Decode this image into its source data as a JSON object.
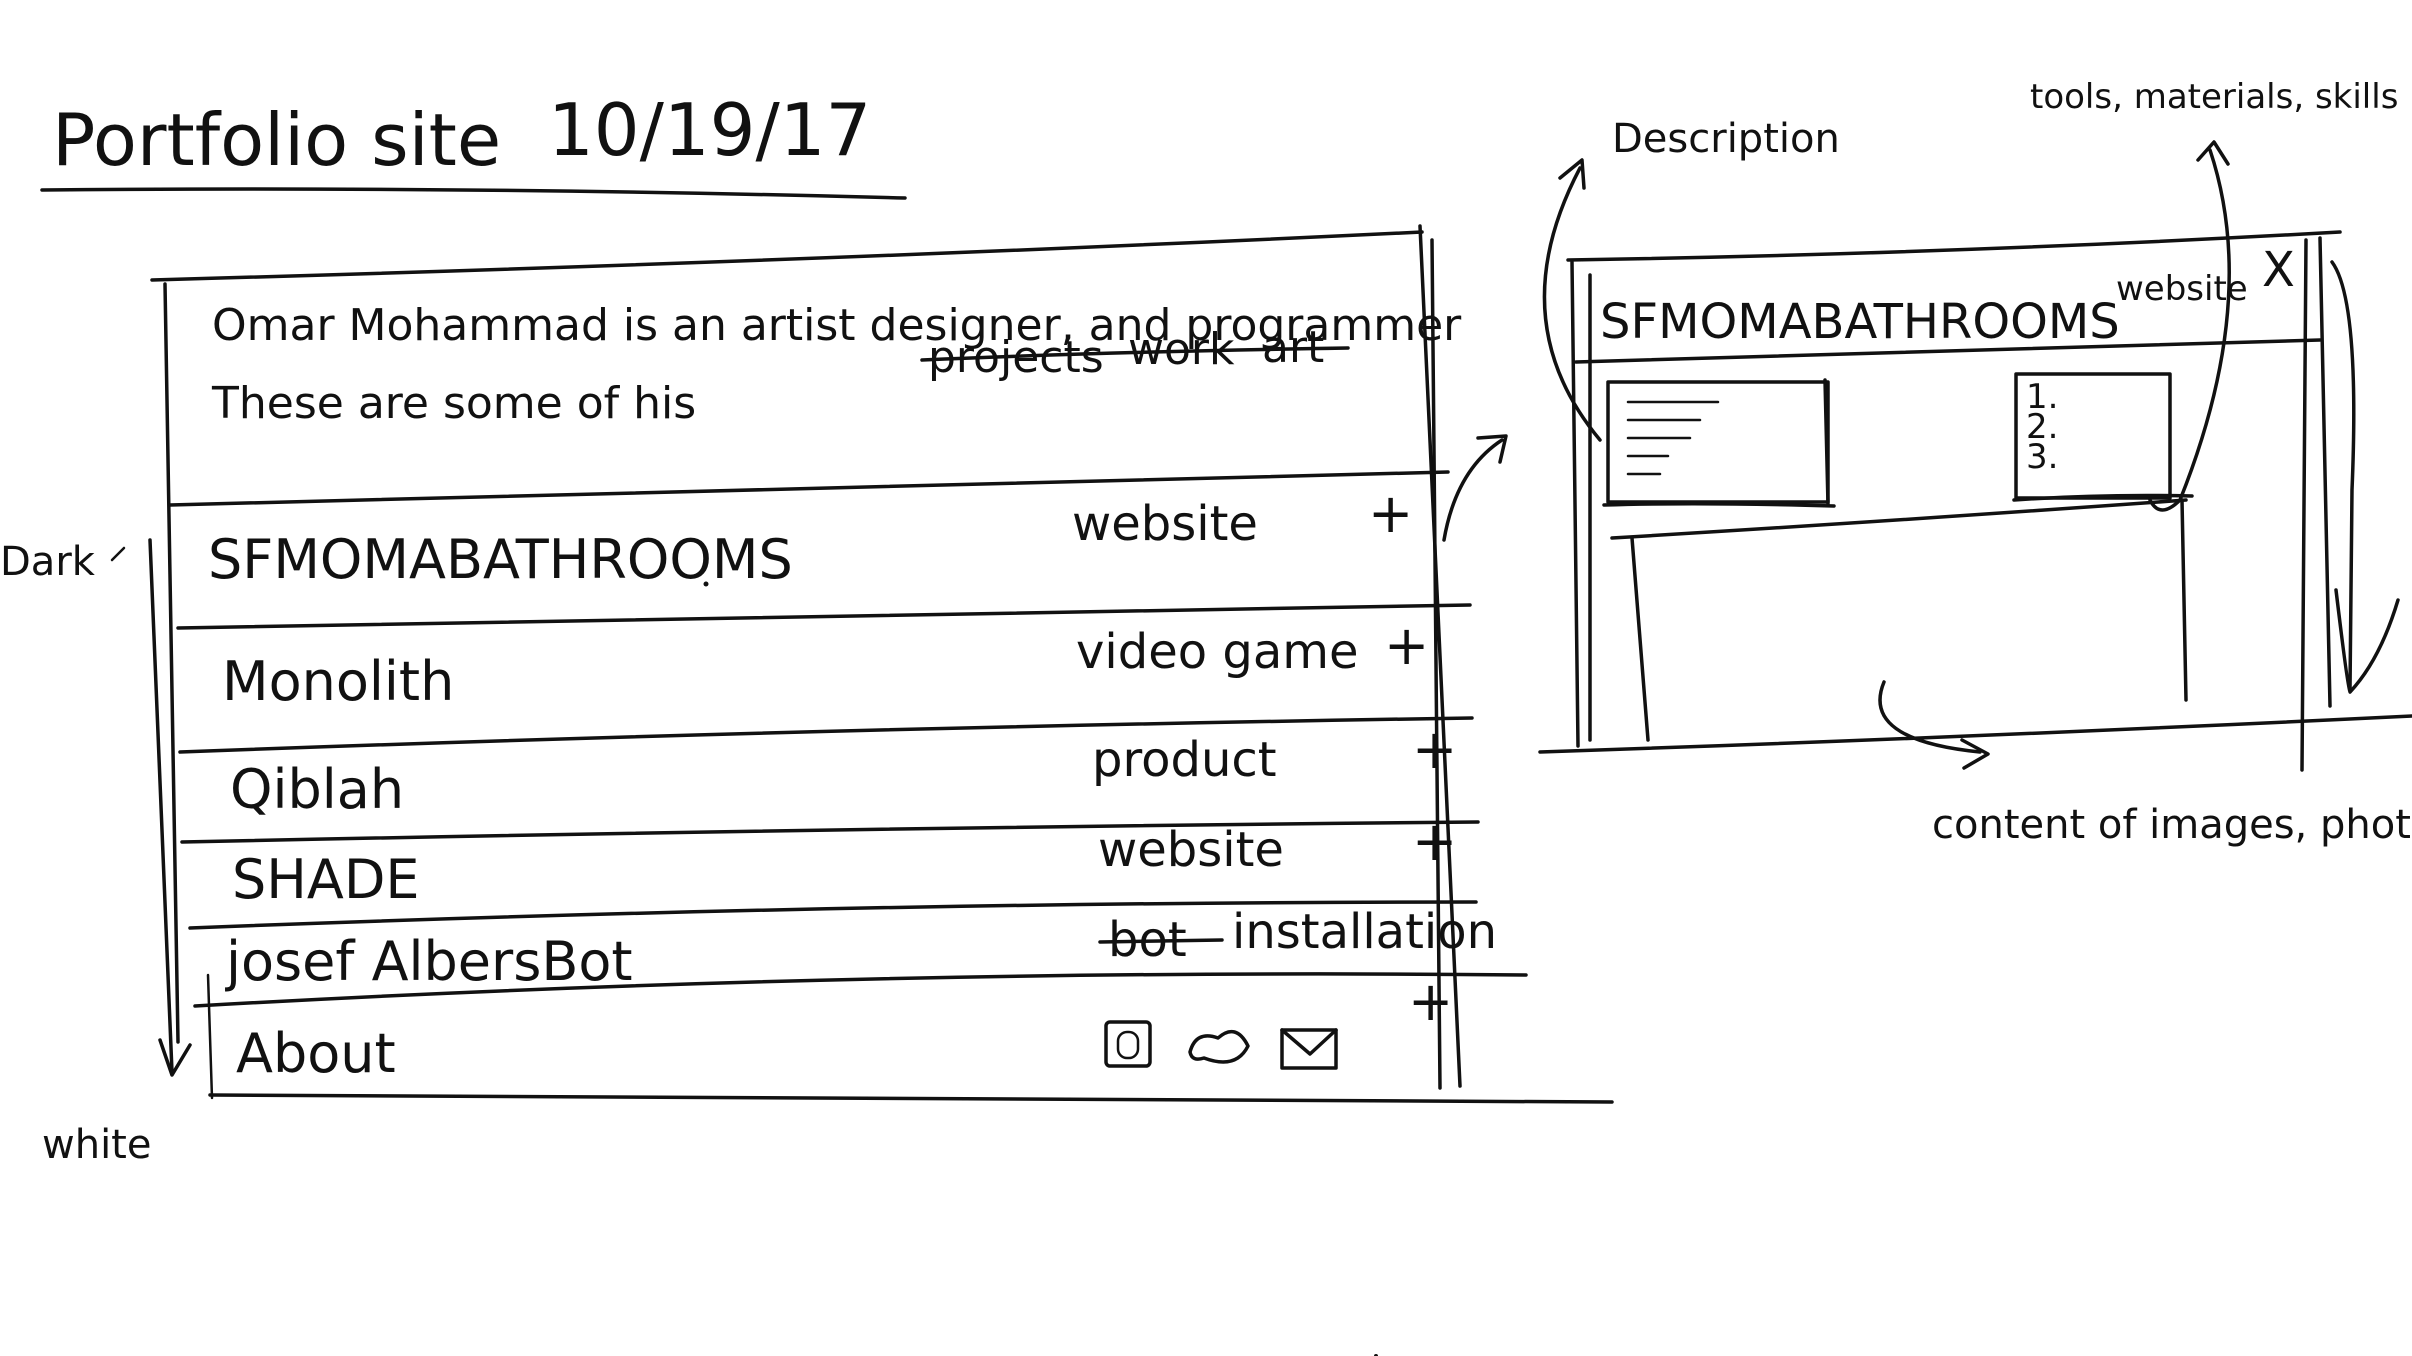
{
  "title": "Portfolio site",
  "date": "10/19/17",
  "intro": {
    "line1": "Omar Mohammad is an artist designer, and programmer",
    "line2_start": "These are some of his",
    "struck_words": [
      "projects",
      "work",
      "art"
    ]
  },
  "projects": [
    {
      "name": "SFMOMABATHROOMS",
      "category": "website",
      "expand": "+"
    },
    {
      "name": "Monolith",
      "category": "video game",
      "expand": "+"
    },
    {
      "name": "Qiblah",
      "category": "product",
      "expand": "+"
    },
    {
      "name": "SHADE",
      "category": "website",
      "expand": "+"
    },
    {
      "name": "josef AlbersBot",
      "category_struck": "bot",
      "category": "installation",
      "expand": "+"
    }
  ],
  "about": {
    "label": "About",
    "expand": "+",
    "icons": [
      "instagram-icon",
      "twitter-icon",
      "email-icon"
    ]
  },
  "side_notes": {
    "left_top": "Dark",
    "left_bottom": "white"
  },
  "detail": {
    "title": "SFMOMABATHROOMS",
    "category": "website",
    "close": "X",
    "list_items": [
      "1.",
      "2.",
      "3."
    ],
    "annotation_description": "Description",
    "annotation_tools": "tools, materials, skills",
    "annotation_content": "content of images, photos, videos"
  }
}
